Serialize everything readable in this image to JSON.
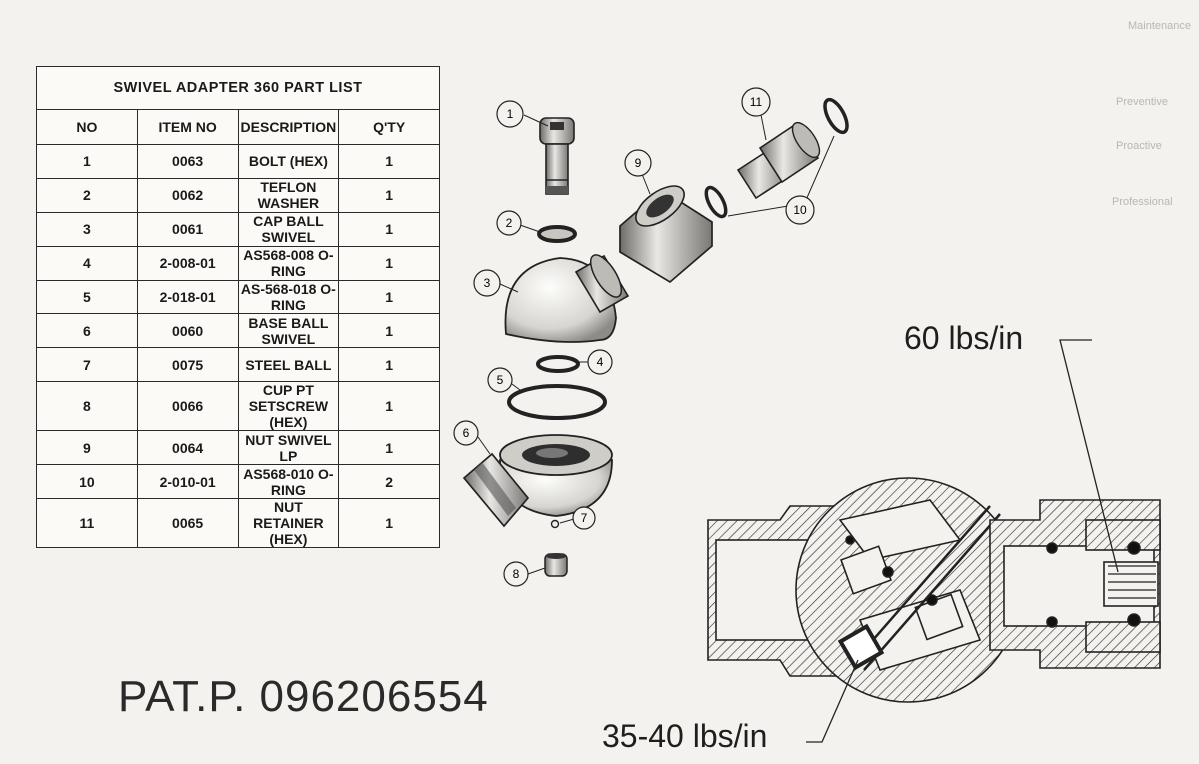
{
  "parts_table": {
    "title": "SWIVEL ADAPTER 360 PART LIST",
    "headers": [
      "NO",
      "ITEM NO",
      "DESCRIPTION",
      "Q'TY"
    ],
    "rows": [
      [
        "1",
        "0063",
        "BOLT (HEX)",
        "1"
      ],
      [
        "2",
        "0062",
        "TEFLON WASHER",
        "1"
      ],
      [
        "3",
        "0061",
        "CAP BALL SWIVEL",
        "1"
      ],
      [
        "4",
        "2-008-01",
        "AS568-008 O-RING",
        "1"
      ],
      [
        "5",
        "2-018-01",
        "AS-568-018 O-RING",
        "1"
      ],
      [
        "6",
        "0060",
        "BASE BALL SWIVEL",
        "1"
      ],
      [
        "7",
        "0075",
        "STEEL BALL",
        "1"
      ],
      [
        "8",
        "0066",
        "CUP PT SETSCREW (HEX)",
        "1"
      ],
      [
        "9",
        "0064",
        "NUT SWIVEL LP",
        "1"
      ],
      [
        "10",
        "2-010-01",
        "AS568-010 O-RING",
        "2"
      ],
      [
        "11",
        "0065",
        "NUT RETAINER (HEX)",
        "1"
      ]
    ]
  },
  "patent": "PAT.P. 096206554",
  "callouts": {
    "torque_top": "60 lbs/in",
    "torque_bottom": "35-40 lbs/in"
  },
  "part_labels": [
    "1",
    "2",
    "3",
    "4",
    "5",
    "6",
    "7",
    "8",
    "9",
    "10",
    "11"
  ],
  "background_text": {
    "maintenance": "Maintenance",
    "preventive": "Preventive",
    "proactive": "Proactive",
    "professional": "Professional"
  }
}
